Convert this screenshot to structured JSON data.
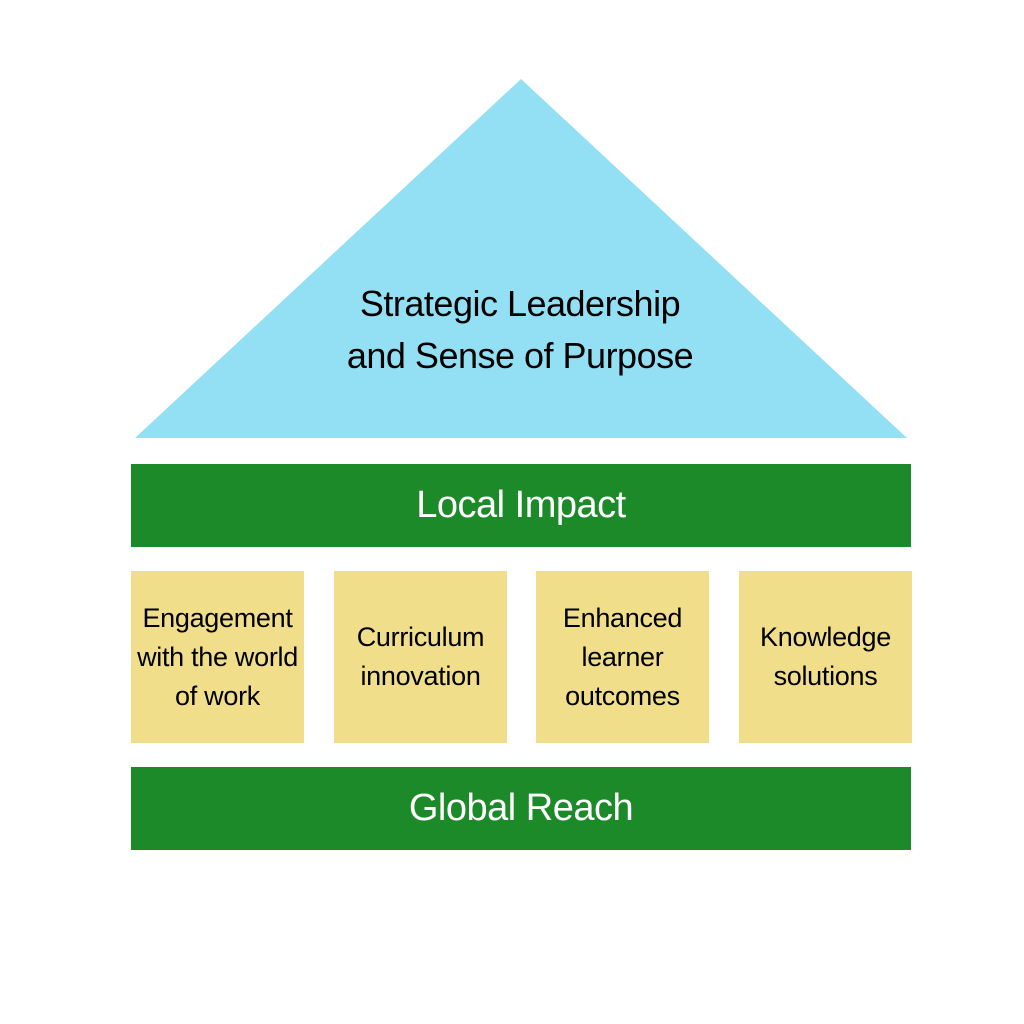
{
  "diagram": {
    "roof": {
      "line1": "Strategic Leadership",
      "line2": "and Sense of Purpose",
      "color": "#93dff3"
    },
    "top_bar": {
      "label": "Local Impact",
      "color": "#1d8a2a"
    },
    "pillars": [
      {
        "lines": [
          "Engagement",
          "with the world",
          "of work"
        ]
      },
      {
        "lines": [
          "Curriculum",
          "innovation"
        ]
      },
      {
        "lines": [
          "Enhanced",
          "learner",
          "outcomes"
        ]
      },
      {
        "lines": [
          "Knowledge",
          "solutions"
        ]
      }
    ],
    "pillar_color": "#f0de8b",
    "bottom_bar": {
      "label": "Global Reach",
      "color": "#1d8a2a"
    }
  }
}
